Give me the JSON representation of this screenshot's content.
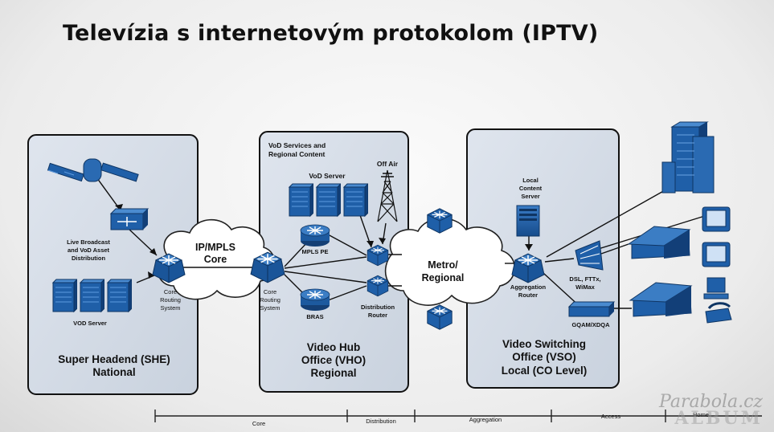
{
  "title": "Televízia s internetovým protokolom (IPTV)",
  "she": {
    "live_broadcast_1": "Live Broadcast",
    "live_broadcast_2": "and VoD Asset",
    "live_broadcast_3": "Distribution",
    "vod_server": "VOD Server",
    "core_routing_1": "Core",
    "core_routing_2": "Routing",
    "core_routing_3": "System",
    "box_title_1": "Super Headend (SHE)",
    "box_title_2": "National"
  },
  "ipmpls": {
    "line1": "IP/MPLS",
    "line2": "Core"
  },
  "vho": {
    "services_1": "VoD Services and",
    "services_2": "Regional Content",
    "vod_server": "VoD Server",
    "off_air": "Off Air",
    "mpls_pe": "MPLS PE",
    "bras": "BRAS",
    "core_routing_1": "Core",
    "core_routing_2": "Routing",
    "core_routing_3": "System",
    "dist_router_1": "Distribution",
    "dist_router_2": "Router",
    "box_title_1": "Video Hub",
    "box_title_2": "Office (VHO)",
    "box_title_3": "Regional"
  },
  "metro": {
    "line1": "Metro/",
    "line2": "Regional"
  },
  "vso": {
    "local_1": "Local",
    "local_2": "Content",
    "local_3": "Server",
    "agg_router_1": "Aggregation",
    "agg_router_2": "Router",
    "dsl_1": "DSL, FTTx,",
    "dsl_2": "WiMax",
    "gqam": "GQAM/XDQA",
    "box_title_1": "Video Switching",
    "box_title_2": "Office (VSO)",
    "box_title_3": "Local (CO Level)"
  },
  "timeline": {
    "core": "Core",
    "distribution": "Distribution",
    "aggregation": "Aggregation",
    "access": "Access",
    "home": "Home"
  },
  "watermark": {
    "line1": "Parabola.cz",
    "line2": "ALBUM"
  },
  "colors": {
    "device_blue": "#1f5fa8",
    "device_dark": "#123f78",
    "box_fill": "#d3dbe6"
  }
}
